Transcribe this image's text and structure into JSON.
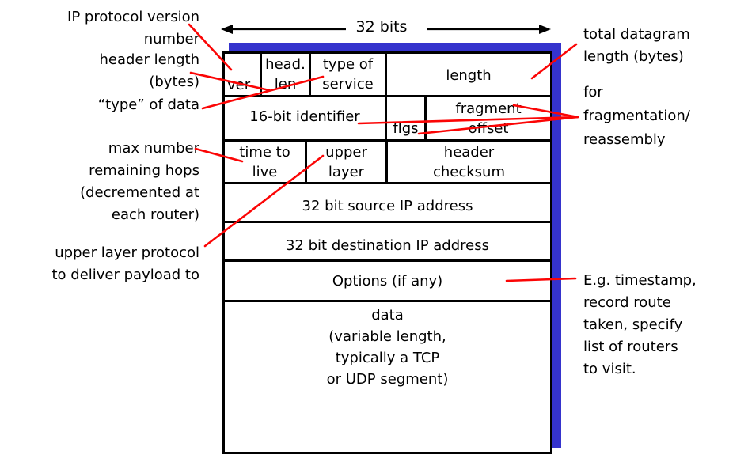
{
  "colors": {
    "shadow_blue": "#3533cd",
    "annotation_red": "#fb0505",
    "line_black": "#000000"
  },
  "bits_label": "32 bits",
  "annotations": {
    "left": [
      {
        "id": "ip-version",
        "lines": [
          "IP protocol version",
          "number"
        ]
      },
      {
        "id": "header-length",
        "lines": [
          "header length",
          "(bytes)"
        ]
      },
      {
        "id": "type-of-data",
        "lines": [
          "“type” of data"
        ]
      },
      {
        "id": "max-hops",
        "lines": [
          "max number",
          "remaining hops",
          "(decremented at",
          "each router)"
        ]
      },
      {
        "id": "upper-layer-proto",
        "lines": [
          "upper layer protocol",
          "to deliver payload to"
        ]
      }
    ],
    "right": [
      {
        "id": "total-length",
        "lines": [
          "total datagram",
          "length (bytes)"
        ]
      },
      {
        "id": "fragmentation",
        "lines": [
          "for",
          "fragmentation/",
          "reassembly"
        ]
      },
      {
        "id": "options-examples",
        "lines": [
          "E.g. timestamp,",
          "record route",
          "taken, specify",
          "list of routers",
          "to visit."
        ]
      }
    ]
  },
  "fields": {
    "version": [
      "ver"
    ],
    "header_length": [
      "head.",
      "len"
    ],
    "type_of_service": [
      "type of",
      "service"
    ],
    "length": [
      "length"
    ],
    "identifier": [
      "16-bit identifier"
    ],
    "flags": [
      "flgs"
    ],
    "fragment_offset": [
      "fragment",
      "offset"
    ],
    "time_to_live": [
      "time to",
      "live"
    ],
    "upper_layer": [
      "upper",
      "layer"
    ],
    "header_checksum": [
      "header",
      "checksum"
    ],
    "source_address": [
      "32 bit source IP address"
    ],
    "destination_address": [
      "32 bit destination IP address"
    ],
    "options": [
      "Options (if any)"
    ],
    "data": [
      "data",
      "(variable length,",
      "typically a TCP",
      "or UDP segment)"
    ]
  }
}
